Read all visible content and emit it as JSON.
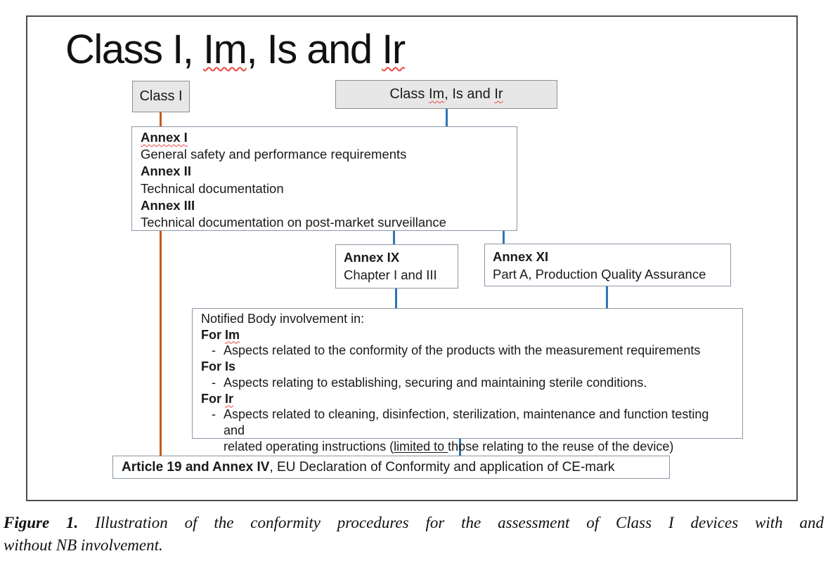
{
  "colors": {
    "orange_line": "#C45A19",
    "blue_line": "#2E74B8",
    "gray_fill": "#E8E7E7",
    "box_border": "#8C96A5",
    "frame_border": "#4D4D4D"
  },
  "title": {
    "pre": "Class I, ",
    "sq1": "Im",
    "mid": ", Is and ",
    "sq2": "Ir"
  },
  "class_i": {
    "label": "Class I"
  },
  "class_im": {
    "pre": "Class ",
    "sq1": "Im",
    "mid": ", Is and ",
    "sq2": "Ir"
  },
  "annex13": {
    "rows": [
      {
        "title": "Annex I",
        "desc": "General safety and performance requirements"
      },
      {
        "title": "Annex II",
        "desc": "Technical documentation"
      },
      {
        "title": "Annex III",
        "desc": "Technical documentation on post-market surveillance"
      }
    ]
  },
  "annex_ix": {
    "title": "Annex IX",
    "desc": "Chapter I and III"
  },
  "annex_xi": {
    "title": "Annex XI",
    "desc": "Part A, Production Quality Assurance"
  },
  "nb": {
    "intro": "Notified Body involvement in:",
    "dash": "-",
    "items": [
      {
        "label_pre": "For ",
        "label_sq": "Im",
        "text": "Aspects related to the conformity of the products with the measurement requirements"
      },
      {
        "label": "For Is",
        "text": "Aspects relating to establishing, securing and maintaining sterile conditions."
      },
      {
        "label_pre": "For ",
        "label_sq": "Ir",
        "line1": "Aspects related to cleaning, disinfection, sterilization, maintenance and function testing and",
        "line2_pre": "related operating instructions (",
        "line2_u": "limited to ",
        "line2_post": "those relating to the reuse of the device)"
      }
    ]
  },
  "article": {
    "bold": "Article 19 and Annex IV",
    "rest": ", EU Declaration of Conformity and application of CE-mark"
  },
  "caption": {
    "label": "Figure 1.",
    "line1": "Illustration of the conformity procedures for the assessment of Class I devices with and",
    "line2": "without NB involvement."
  }
}
